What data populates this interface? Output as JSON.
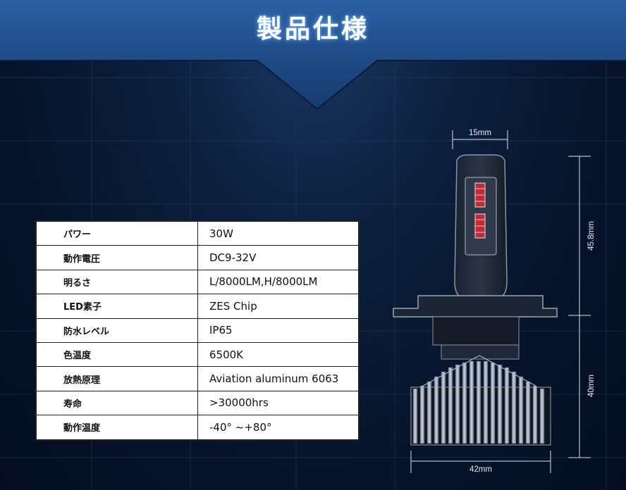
{
  "title": "製品仕様",
  "specs": [
    {
      "label": "パワー",
      "value": "30W"
    },
    {
      "label": "動作電圧",
      "value": "DC9-32V"
    },
    {
      "label": "明るさ",
      "value": "L/8000LM,H/8000LM"
    },
    {
      "label": "LED素子",
      "value": "ZES Chip"
    },
    {
      "label": "防水レベル",
      "value": "IP65"
    },
    {
      "label": "色温度",
      "value": "6500K"
    },
    {
      "label": "放熱原理",
      "value": "Aviation aluminum 6063"
    },
    {
      "label": "寿命",
      "value": ">30000hrs"
    },
    {
      "label": "動作温度",
      "value": "-40°  ~+80°"
    }
  ],
  "dimensions": {
    "top_width": "15mm",
    "upper_height": "45.8mm",
    "lower_height": "40mm",
    "bottom_width": "42mm"
  },
  "colors": {
    "background": "#06132a",
    "banner": "#1c4a86",
    "title_glow": "#6fb2ff"
  }
}
